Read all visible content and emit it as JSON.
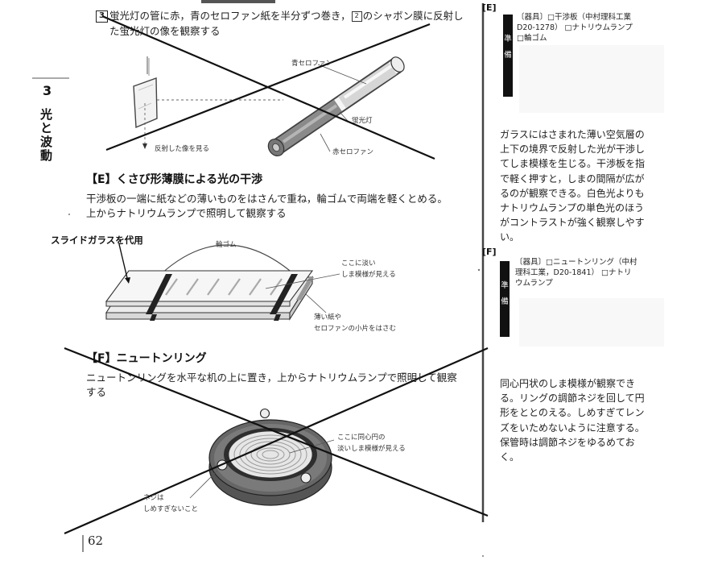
{
  "step3": {
    "num": "3",
    "line1": "蛍光灯の管に赤，青のセロファン紙を半分ずつ巻き，",
    "ref": "2",
    "line1b": "のシャボン膜に反射し",
    "line2": "た蛍光灯の像を観察する"
  },
  "fig1": {
    "blue": "青セロファン",
    "lamp": "蛍光灯",
    "red": "赤セロファン",
    "see": "反射した像を見る"
  },
  "chapter": {
    "num": "3",
    "title": [
      "光",
      "と",
      "波",
      "動"
    ]
  },
  "sectionE": {
    "heading": "【E】くさび形薄膜による光の干渉",
    "line1": "干渉板の一端に紙などの薄いものをはさんで重ね，輪ゴムで両端を軽くとめる。",
    "line2": "上からナトリウムランプで照明して観察する"
  },
  "fig2": {
    "handwritten": "スライドガラスを代用",
    "band": "輪ゴム",
    "fringe1": "ここに淡い",
    "fringe2": "しま模様が見える",
    "paper1": "薄い紙や",
    "paper2": "セロファンの小片をはさむ"
  },
  "sectionF": {
    "heading": "【F】ニュートンリング",
    "line1": "ニュートンリングを水平な机の上に置き，上からナトリウムランプで照明して観察",
    "line2": "する"
  },
  "fig3": {
    "rings1": "ここに同心円の",
    "rings2": "淡いしま模様が見える",
    "screw1": "ネジは",
    "screw2": "しめすぎないこと"
  },
  "page_number": "62",
  "sidebar": {
    "tagE": "[E]",
    "tagF": "[F]",
    "prepare": [
      "準",
      "備"
    ],
    "equipE": [
      "〔器具〕□干渉板（中村理科工業",
      "D20-1278） □ナトリウムランプ",
      "□輪ゴム"
    ],
    "bodyE": [
      "ガラスにはさまれた薄い空気層の",
      "上下の境界で反射した光が干渉し",
      "てしま模様を生じる。干渉板を指",
      "で軽く押すと，しまの間隔が広が",
      "るのが観察できる。白色光よりも",
      "ナトリウムランプの単色光のほう",
      "がコントラストが強く観察しやす",
      "い。"
    ],
    "equipF": [
      "〔器具〕□ニュートンリング（中村",
      "理科工業，D20-1841） □ナトリ",
      "ウムランプ"
    ],
    "bodyF": [
      "同心円状のしま模様が観察でき",
      "る。リングの調節ネジを回して円",
      "形をととのえる。しめすぎてレン",
      "ズをいためないように注意する。",
      "保管時は調節ネジをゆるめてお",
      "く。"
    ]
  }
}
